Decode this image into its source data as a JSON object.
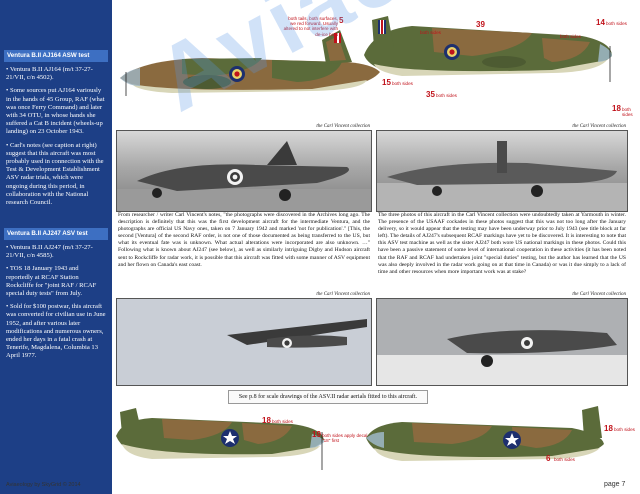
{
  "sidebar": {
    "section1": {
      "heading": "Ventura B.II AJ164 ASW test",
      "bullets": [
        "• Ventura B.II AJ164 (m/t 37-27-21/VII, c/n 4502).",
        "• Some sources put AJ164 variously in the hands of 45 Group, RAF (what was once Ferry Command) and later with 34 OTU, in whose hands she suffered a Cat B incident (wheels-up landing) on 23 October 1943.",
        "• Carl's notes (see caption at right) suggest that this aircraft was most probably used in connection with the Test & Development Establishment ASV radar trials, which were ongoing during this period, in collaboration with the National research Council."
      ]
    },
    "section2": {
      "heading": "Ventura B.II AJ247 ASV test",
      "bullets": [
        "• Ventura B.II AJ247 (m/t 37-27-21/VII, c/n 4585).",
        "• TOS 18 January 1943 and reportedly at RCAF Station Rockcliffe for \"joint RAF / RCAF special duty tests\" from July.",
        "• Sold for $100 postwar, this aircraft was converted for civilian use in June 1952, and after various later modifications and numerous owners, ended her days in a fatal crash at Tenerife, Magdalena, Columbia 13 April 1977."
      ]
    }
  },
  "top_profiles": {
    "callouts": [
      {
        "num": "5",
        "text": "both tails, both surfaces, we red forward. Usually altered to not interfere with de-ice boot"
      },
      {
        "num": "39",
        "text": ""
      },
      {
        "num": "14",
        "text": "both sides"
      },
      {
        "num": "15",
        "text": "both sides"
      },
      {
        "num": "35",
        "text": "both sides"
      },
      {
        "num": "18",
        "text": "both sides"
      }
    ],
    "both_sides_labels": [
      "both sides",
      "both sides"
    ]
  },
  "photos": {
    "credit": "the Carl Vincent collection",
    "caption_left": "From researcher / writer Carl Vincent's notes, \"the photographs were discovered in the Archives long ago. The description is definitely that this was the first development aircraft for the intermediate Ventura, and the photographs are official US Navy ones, taken on 7 January 1942 and marked 'not for publication'.\" [This, the second [Ventura] of the second RAF order, is not one of those documented as being transferred to the US, but what its eventual fate was is unknown. What actual alterations were incorporated are also unknown. …\" Following what is known about AJ247 (see below), as well as similarly intriguing Digby and Hudson aircraft sent to Rockcliffe for radar work, it is possible that this aircraft was fitted with some manner of ASV equipment and her flown on Canada's east coast.",
    "caption_right": "The three photos of this aircraft in the Carl Vincent collection were undoubtedly taken at Yarmouth in winter. The presence of the USAAF cockades in these photos suggest that this was not too long after the January delivery, so it would appear that the testing may have been underway prior to July 1943 (see title block at far left). The details of AJ247's subsequent RCAF markings have yet to be discovered. It is interesting to note that this ASV test machine as well as the sister AJ247 both wore US national markings in these photos. Could this have been a passive statement of some level of international cooperation in these activities (it has been noted that the RAF and RCAF had undertaken joint \"special duties\" testing, but the author has learned that the US was also deeply involved in the radar work going on at that time in Canada) or was it due simply to a lack of time and other resources when more important work was at stake?"
  },
  "note": "See p.8 for scale drawings of the ASV.II radar aerials fitted to this aircraft.",
  "bottom_profiles": {
    "callouts": [
      {
        "num": "18",
        "text": "both sides"
      },
      {
        "num": "19",
        "text": "both sides apply decal \"18\" first"
      },
      {
        "num": "18",
        "text": "both sides"
      },
      {
        "num": "6",
        "text": "both sides"
      }
    ]
  },
  "footer": {
    "left": "Aviaeology by SkyGrid © 2014",
    "right": "page 7"
  },
  "watermark": "Aviaeology",
  "colors": {
    "sidebar_bg": "#1d3f86",
    "heading_bg": "#3d6fc2",
    "callout_red": "#c0121a",
    "camo_green": "#5b6b3a",
    "camo_brown": "#8a6a3f",
    "sky_underside": "#d8d6b8"
  }
}
